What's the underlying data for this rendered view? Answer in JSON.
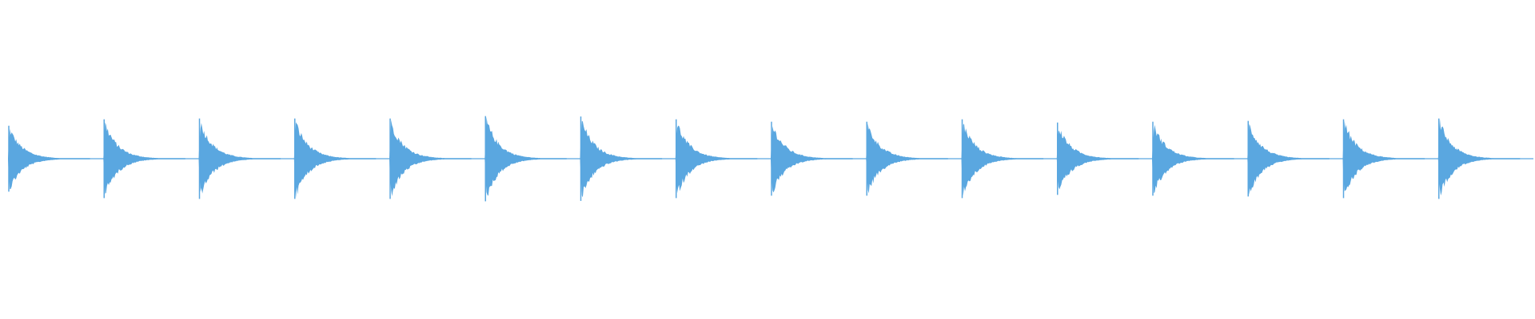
{
  "waveform": {
    "color": "#5aa7e0",
    "hit_count": 16,
    "peak_amplitudes": [
      0.82,
      0.98,
      1.0,
      1.0,
      1.0,
      1.06,
      1.05,
      0.98,
      0.92,
      0.92,
      0.98,
      0.9,
      0.92,
      0.94,
      0.98,
      1.0
    ]
  }
}
